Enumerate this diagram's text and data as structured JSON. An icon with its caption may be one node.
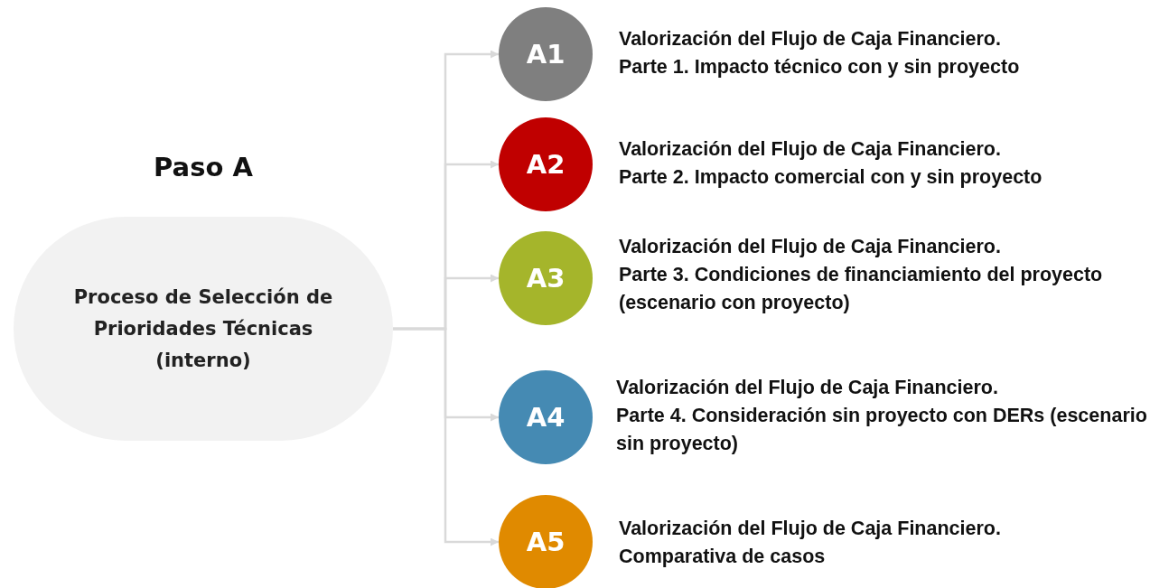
{
  "diagram": {
    "nodes": [
      {
        "text": [
          "Paso A",
          "Proceso de Selección de Prioridades Técnicas (interno)"
        ]
      },
      {
        "text": [
          "A1"
        ],
        "beside": [
          "Valorización del Flujo de Caja Financiero.",
          "Parte 1. Impacto técnico con y sin proyecto"
        ]
      },
      {
        "text": [
          "A2"
        ],
        "beside": [
          "Valorización del Flujo de Caja Financiero.",
          "Parte 2. Impacto comercial con y sin proyecto"
        ]
      },
      {
        "text": [
          "A3"
        ],
        "beside": [
          "Valorización del Flujo de Caja Financiero.",
          "Parte 3. Condiciones de financiamiento del proyecto (escenario con proyecto)"
        ]
      },
      {
        "text": [
          "A4"
        ],
        "beside": [
          "Valorización del Flujo de Caja Financiero.",
          "Parte 4. Consideración sin proyecto con DERs (escenario sin proyecto)"
        ]
      },
      {
        "text": [
          "A5"
        ],
        "beside": [
          "Valorización del Flujo de Caja Financiero.",
          "Comparativa de casos"
        ]
      }
    ],
    "edges": [
      {
        "from": 0,
        "to": 1,
        "arrow": "to"
      },
      {
        "from": 0,
        "to": 2,
        "arrow": "to"
      },
      {
        "from": 0,
        "to": 3,
        "arrow": "to"
      },
      {
        "from": 0,
        "to": 4,
        "arrow": "to"
      },
      {
        "from": 0,
        "to": 5,
        "arrow": "to"
      }
    ]
  }
}
